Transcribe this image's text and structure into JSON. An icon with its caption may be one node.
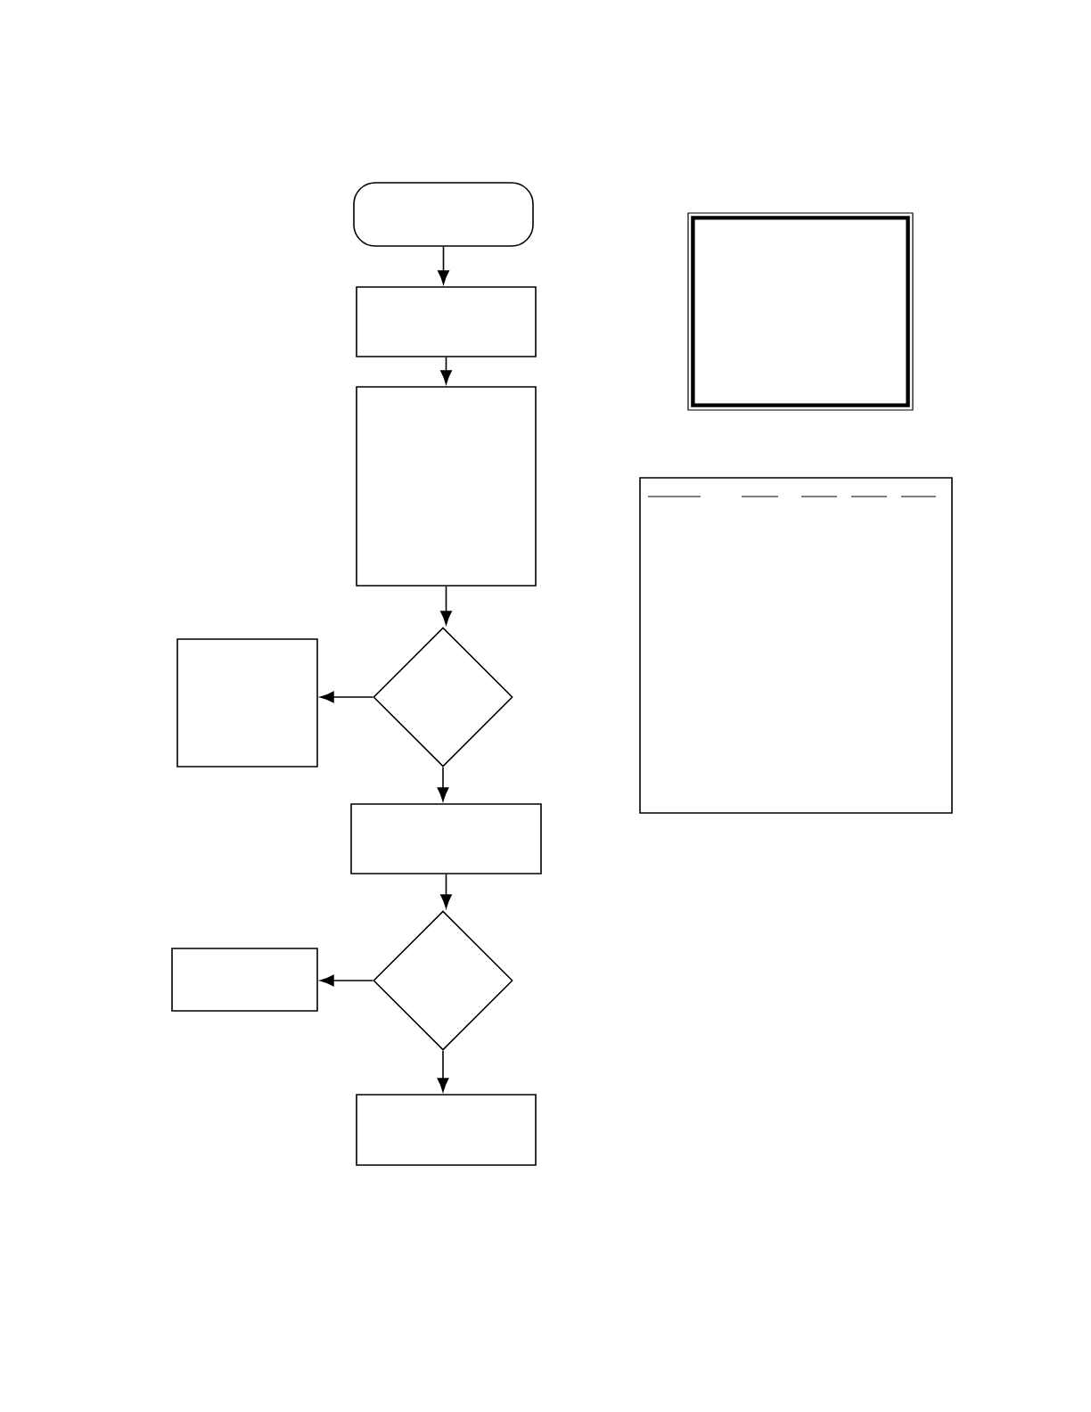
{
  "diagram": {
    "nodes": [
      {
        "text": [],
        "shape": "terminal"
      },
      {
        "text": [],
        "shape": "box"
      },
      {
        "text": [],
        "shape": "box"
      },
      {
        "text": [],
        "shape": "diamond"
      },
      {
        "text": [],
        "shape": "box"
      },
      {
        "text": [],
        "shape": "box"
      },
      {
        "text": [],
        "shape": "diamond"
      },
      {
        "text": [],
        "shape": "box"
      },
      {
        "text": [],
        "shape": "box"
      },
      {
        "text": [],
        "shape": "frame"
      },
      {
        "text": [],
        "shape": "box"
      }
    ],
    "edges": [
      {
        "from": 0,
        "to": 1,
        "arrow": "to"
      },
      {
        "from": 1,
        "to": 2,
        "arrow": "to"
      },
      {
        "from": 2,
        "to": 3,
        "arrow": "to"
      },
      {
        "from": 3,
        "to": 4,
        "arrow": "to"
      },
      {
        "from": 3,
        "to": 5,
        "arrow": "to"
      },
      {
        "from": 5,
        "to": 6,
        "arrow": "to"
      },
      {
        "from": 6,
        "to": 7,
        "arrow": "to"
      },
      {
        "from": 6,
        "to": 8,
        "arrow": "to"
      }
    ]
  }
}
